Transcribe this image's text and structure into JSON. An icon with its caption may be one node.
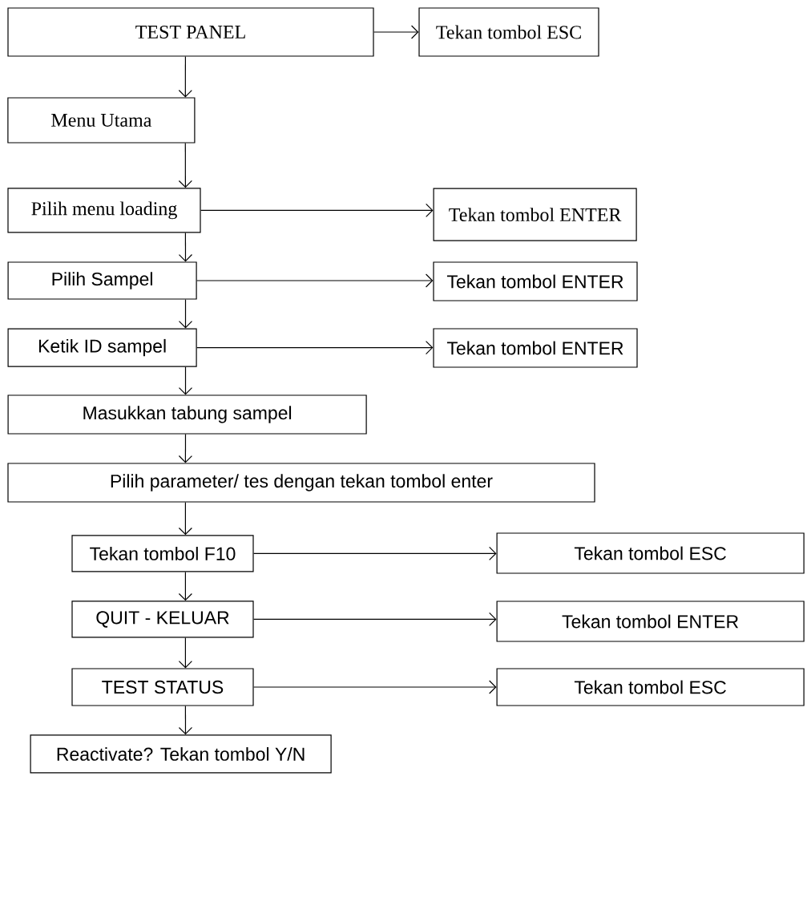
{
  "diagram": {
    "nodes": [
      {
        "text": [
          "TEST PANEL"
        ]
      },
      {
        "text": [
          "Tekan tombol ESC"
        ]
      },
      {
        "text": [
          "Menu Utama"
        ]
      },
      {
        "text": [
          "Pilih menu loading"
        ]
      },
      {
        "text": [
          "Tekan tombol ENTER"
        ]
      },
      {
        "text": [
          "Pilih Sampel"
        ]
      },
      {
        "text": [
          "Tekan tombol ENTER"
        ]
      },
      {
        "text": [
          "Ketik ID sampel"
        ]
      },
      {
        "text": [
          "Tekan tombol ENTER"
        ]
      },
      {
        "text": [
          "Masukkan tabung sampel"
        ]
      },
      {
        "text": [
          "Pilih parameter/ tes dengan tekan tombol enter"
        ]
      },
      {
        "text": [
          "Tekan tombol F10"
        ]
      },
      {
        "text": [
          "Tekan tombol ESC"
        ]
      },
      {
        "text": [
          "QUIT - KELUAR"
        ]
      },
      {
        "text": [
          "Tekan tombol ENTER"
        ]
      },
      {
        "text": [
          "TEST STATUS"
        ]
      },
      {
        "text": [
          "Tekan tombol ESC"
        ]
      },
      {
        "text": [
          "Reactivate? Tekan tombol Y/N"
        ]
      }
    ],
    "edges": [
      {
        "from": 0,
        "to": 1,
        "arrow": "to"
      },
      {
        "from": 0,
        "to": 2,
        "arrow": "to"
      },
      {
        "from": 2,
        "to": 3,
        "arrow": "to"
      },
      {
        "from": 3,
        "to": 4,
        "arrow": "to"
      },
      {
        "from": 3,
        "to": 5,
        "arrow": "to"
      },
      {
        "from": 5,
        "to": 6,
        "arrow": "to"
      },
      {
        "from": 5,
        "to": 7,
        "arrow": "to"
      },
      {
        "from": 7,
        "to": 8,
        "arrow": "to"
      },
      {
        "from": 7,
        "to": 9,
        "arrow": "to"
      },
      {
        "from": 9,
        "to": 10,
        "arrow": "to"
      },
      {
        "from": 10,
        "to": 11,
        "arrow": "to"
      },
      {
        "from": 11,
        "to": 12,
        "arrow": "to"
      },
      {
        "from": 11,
        "to": 13,
        "arrow": "to"
      },
      {
        "from": 13,
        "to": 14,
        "arrow": "to"
      },
      {
        "from": 13,
        "to": 15,
        "arrow": "to"
      },
      {
        "from": 15,
        "to": 16,
        "arrow": "to"
      },
      {
        "from": 15,
        "to": 17,
        "arrow": "to"
      }
    ]
  }
}
